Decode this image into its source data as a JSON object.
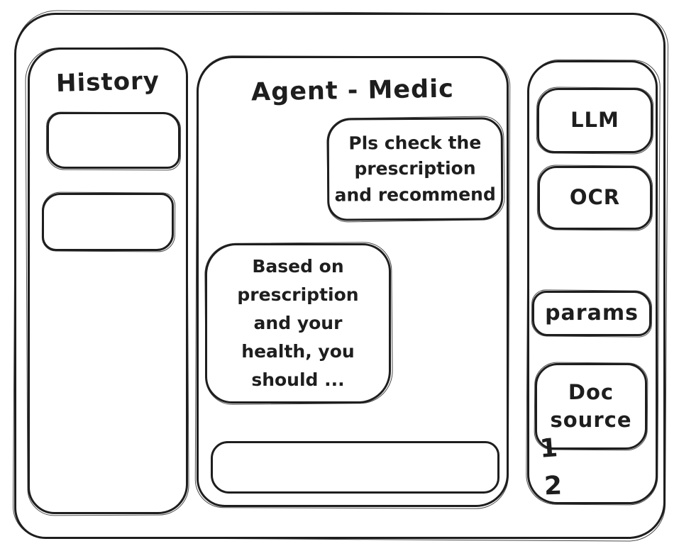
{
  "window": {
    "background": "#ffffff",
    "stroke_color": "#1e1e1e"
  },
  "history_panel": {
    "title": "History",
    "items": [
      "",
      ""
    ]
  },
  "chat_panel": {
    "title": "Agent - Medic",
    "messages": [
      {
        "role": "user",
        "text": "Pls check the\nprescription\nand recommend"
      },
      {
        "role": "assistant",
        "text": "Based on\nprescription\nand your\nhealth, you\nshould ..."
      }
    ],
    "input": {
      "value": "",
      "placeholder": ""
    }
  },
  "tools_panel": {
    "tools": [
      {
        "id": "llm",
        "label": "LLM"
      },
      {
        "id": "ocr",
        "label": "OCR"
      },
      {
        "id": "params",
        "label": "params"
      },
      {
        "id": "doc-source",
        "label": "Doc\nsource"
      }
    ],
    "markers": [
      "1",
      "2"
    ]
  }
}
